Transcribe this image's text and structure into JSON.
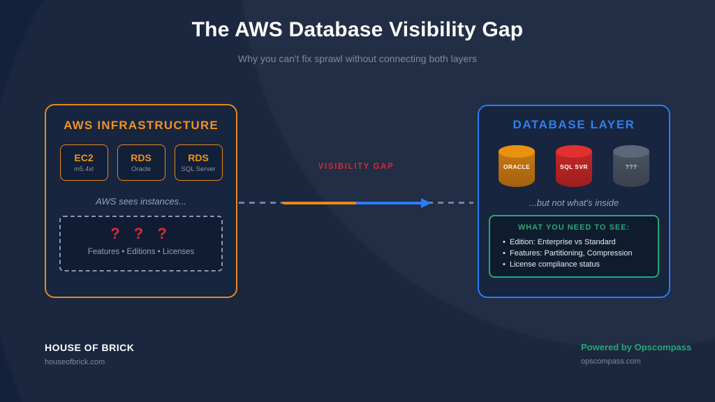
{
  "page": {
    "title": "The AWS Database Visibility Gap",
    "subtitle": "Why you can't fix sprawl without connecting both layers"
  },
  "left_panel": {
    "title": "AWS INFRASTRUCTURE",
    "cards": [
      {
        "label": "EC2",
        "sublabel": "m5.4xl"
      },
      {
        "label": "RDS",
        "sublabel": "Oracle"
      },
      {
        "label": "RDS",
        "sublabel": "SQL Server"
      }
    ],
    "caption": "AWS sees instances...",
    "unknown_box": {
      "question_marks": "? ? ?",
      "items": "Features • Editions • Licenses"
    }
  },
  "gap": {
    "label": "VISIBILITY GAP"
  },
  "right_panel": {
    "title": "DATABASE LAYER",
    "cylinders": [
      {
        "label": "ORACLE",
        "color": "#E8920F"
      },
      {
        "label": "SQL SVR",
        "color": "#D92B2B"
      },
      {
        "label": "???",
        "color": "#5B6878"
      }
    ],
    "caption": "...but not what's inside",
    "needs_box": {
      "title": "WHAT YOU NEED TO SEE:",
      "items": [
        "Edition: Enterprise vs Standard",
        "Features: Partitioning, Compression",
        "License compliance status"
      ]
    }
  },
  "footer": {
    "brand": "HOUSE OF BRICK",
    "brand_url": "houseofbrick.com",
    "powered_by": "Powered by Opscompass",
    "powered_url": "opscompass.com"
  },
  "colors": {
    "background": "#14213A",
    "orange": "#E8891A",
    "blue": "#2E7BF6",
    "red": "#D22B35",
    "green": "#27A876"
  }
}
